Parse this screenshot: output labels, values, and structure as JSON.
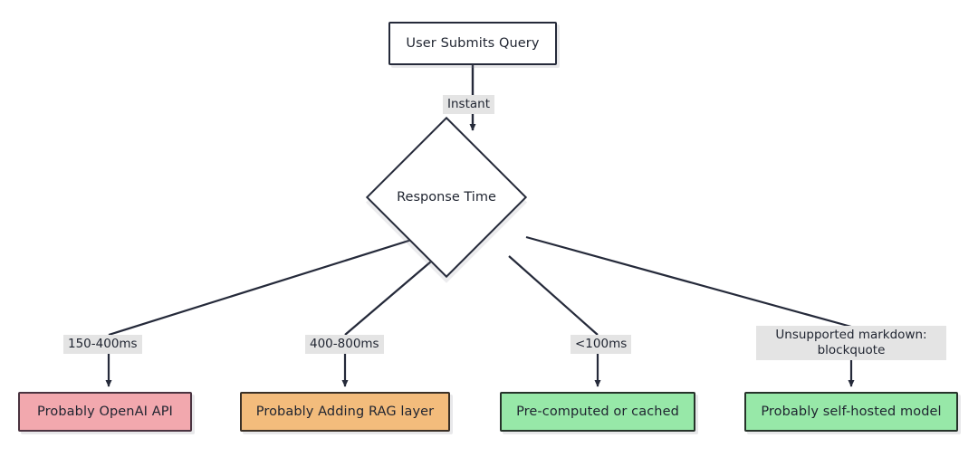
{
  "diagram": {
    "type": "flowchart",
    "direction": "top-down",
    "background_color": "#ffffff",
    "node_border_color": "#252a3a",
    "edge_color": "#252a3a",
    "edge_label_background": "#e4e4e4",
    "nodes": {
      "start": {
        "id": "start",
        "shape": "rectangle",
        "label": "User Submits Query",
        "fill": "#ffffff"
      },
      "decision": {
        "id": "decision",
        "shape": "diamond",
        "label": "Response Time",
        "fill": "#ffffff"
      },
      "results": [
        {
          "id": "openai",
          "shape": "rectangle",
          "label": "Probably OpenAI API",
          "fill": "#f2a8ae"
        },
        {
          "id": "rag",
          "shape": "rectangle",
          "label": "Probably Adding RAG layer",
          "fill": "#f3bc7c"
        },
        {
          "id": "cached",
          "shape": "rectangle",
          "label": "Pre-computed or cached",
          "fill": "#97e8a8"
        },
        {
          "id": "selfhosted",
          "shape": "rectangle",
          "label": "Probably self-hosted model",
          "fill": "#97e8a8"
        }
      ]
    },
    "edge_labels": {
      "start_to_decision": "Instant",
      "to_openai": "150-400ms",
      "to_rag": "400-800ms",
      "to_cached": "<100ms",
      "to_selfhosted_line1": "Unsupported markdown:",
      "to_selfhosted_line2": "blockquote"
    }
  }
}
